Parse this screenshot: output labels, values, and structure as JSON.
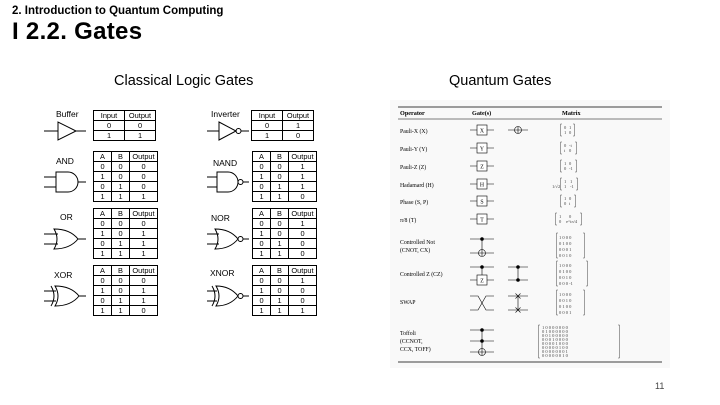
{
  "section_title": "2. Introduction to Quantum Computing",
  "slide_title": "I 2.2. Gates",
  "classical": {
    "heading": "Classical Logic Gates",
    "gates": [
      {
        "name": "Buffer",
        "headers": [
          "Input",
          "Output"
        ],
        "rows": [
          [
            "0",
            "0"
          ],
          [
            "1",
            "1"
          ]
        ]
      },
      {
        "name": "Inverter",
        "headers": [
          "Input",
          "Output"
        ],
        "rows": [
          [
            "0",
            "1"
          ],
          [
            "1",
            "0"
          ]
        ]
      },
      {
        "name": "AND",
        "headers": [
          "A",
          "B",
          "Output"
        ],
        "rows": [
          [
            "0",
            "0",
            "0"
          ],
          [
            "1",
            "0",
            "0"
          ],
          [
            "0",
            "1",
            "0"
          ],
          [
            "1",
            "1",
            "1"
          ]
        ]
      },
      {
        "name": "NAND",
        "headers": [
          "A",
          "B",
          "Output"
        ],
        "rows": [
          [
            "0",
            "0",
            "1"
          ],
          [
            "1",
            "0",
            "1"
          ],
          [
            "0",
            "1",
            "1"
          ],
          [
            "1",
            "1",
            "0"
          ]
        ]
      },
      {
        "name": "OR",
        "headers": [
          "A",
          "B",
          "Output"
        ],
        "rows": [
          [
            "0",
            "0",
            "0"
          ],
          [
            "1",
            "0",
            "1"
          ],
          [
            "0",
            "1",
            "1"
          ],
          [
            "1",
            "1",
            "1"
          ]
        ]
      },
      {
        "name": "NOR",
        "headers": [
          "A",
          "B",
          "Output"
        ],
        "rows": [
          [
            "0",
            "0",
            "1"
          ],
          [
            "1",
            "0",
            "0"
          ],
          [
            "0",
            "1",
            "0"
          ],
          [
            "1",
            "1",
            "0"
          ]
        ]
      },
      {
        "name": "XOR",
        "headers": [
          "A",
          "B",
          "Output"
        ],
        "rows": [
          [
            "0",
            "0",
            "0"
          ],
          [
            "1",
            "0",
            "1"
          ],
          [
            "0",
            "1",
            "1"
          ],
          [
            "1",
            "1",
            "0"
          ]
        ]
      },
      {
        "name": "XNOR",
        "headers": [
          "A",
          "B",
          "Output"
        ],
        "rows": [
          [
            "0",
            "0",
            "1"
          ],
          [
            "1",
            "0",
            "0"
          ],
          [
            "0",
            "1",
            "0"
          ],
          [
            "1",
            "1",
            "1"
          ]
        ]
      }
    ]
  },
  "quantum": {
    "heading": "Quantum Gates",
    "columns": [
      "Operator",
      "Gate(s)",
      "Matrix"
    ],
    "rows": [
      {
        "operator": [
          "Pauli-X (X)"
        ],
        "symbol": "X"
      },
      {
        "operator": [
          "Pauli-Y (Y)"
        ],
        "symbol": "Y"
      },
      {
        "operator": [
          "Pauli-Z (Z)"
        ],
        "symbol": "Z"
      },
      {
        "operator": [
          "Hadamard (H)"
        ],
        "symbol": "H"
      },
      {
        "operator": [
          "Phase (S, P)"
        ],
        "symbol": "S"
      },
      {
        "operator": [
          "π/8 (T)"
        ],
        "symbol": "T"
      },
      {
        "operator": [
          "Controlled Not",
          "(CNOT, CX)"
        ],
        "symbol": ""
      },
      {
        "operator": [
          "Controlled Z (CZ)"
        ],
        "symbol": "Z"
      },
      {
        "operator": [
          "SWAP"
        ],
        "symbol": ""
      },
      {
        "operator": [
          "Toffoli",
          "(CCNOT,",
          "CCX, TOFF)"
        ],
        "symbol": ""
      }
    ]
  },
  "page_number": "11"
}
